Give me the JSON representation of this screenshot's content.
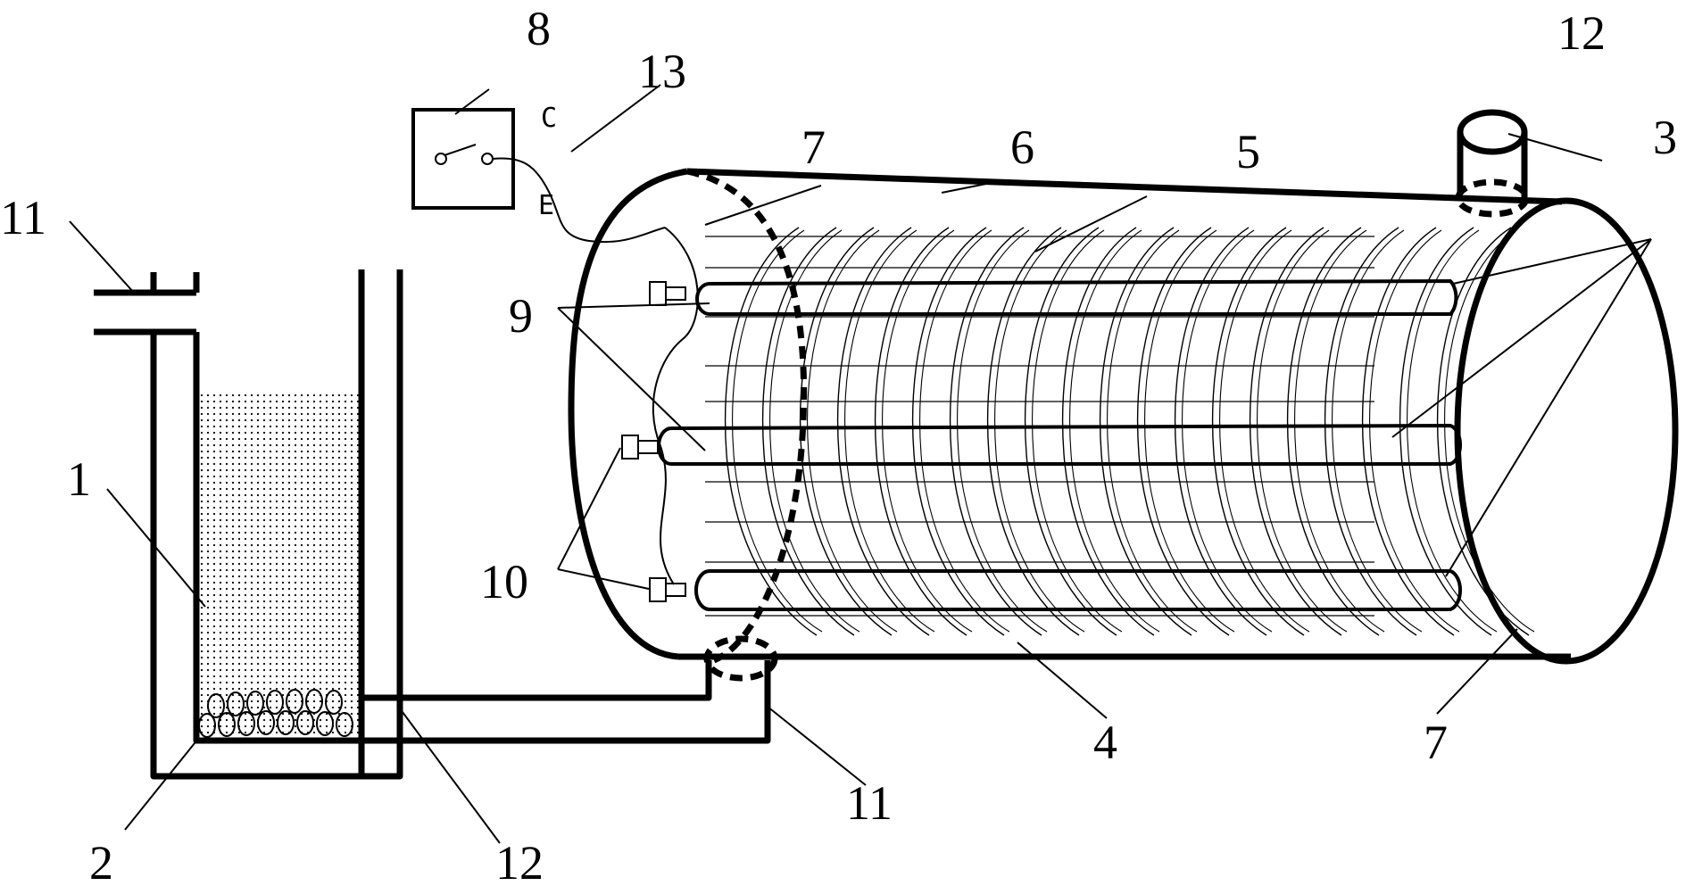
{
  "labels": {
    "l1": "1",
    "l2": "2",
    "l3": "3",
    "l4": "4",
    "l5": "5",
    "l6": "6",
    "l7a": "7",
    "l7b": "7",
    "l8": "8",
    "l9": "9",
    "l10": "10",
    "l11a": "11",
    "l11b": "11",
    "l12a": "12",
    "l12b": "12",
    "l13": "13",
    "terminal_c": "C",
    "terminal_e": "E"
  }
}
